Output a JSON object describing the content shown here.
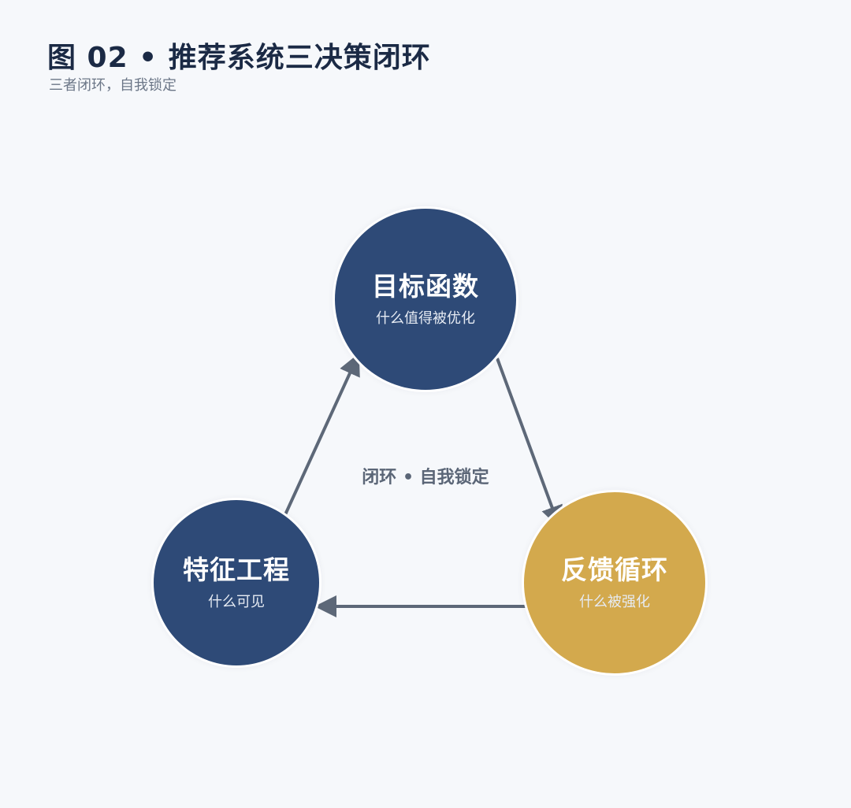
{
  "header": {
    "title": "图 02 • 推荐系统三决策闭环",
    "subtitle": "三者闭环，自我锁定"
  },
  "diagram": {
    "center_label": "闭环 • 自我锁定",
    "nodes": {
      "objective": {
        "title": "目标函数",
        "subtitle": "什么值得被优化",
        "color": "#2e4a77"
      },
      "features": {
        "title": "特征工程",
        "subtitle": "什么可见",
        "color": "#2e4a77"
      },
      "feedback": {
        "title": "反馈循环",
        "subtitle": "什么被强化",
        "color": "#d3a94d"
      }
    },
    "edges": [
      {
        "from": "objective",
        "to": "feedback"
      },
      {
        "from": "feedback",
        "to": "features"
      },
      {
        "from": "features",
        "to": "objective"
      }
    ],
    "arrow_color": "#5d6878",
    "background_color": "#f6f8fb"
  }
}
